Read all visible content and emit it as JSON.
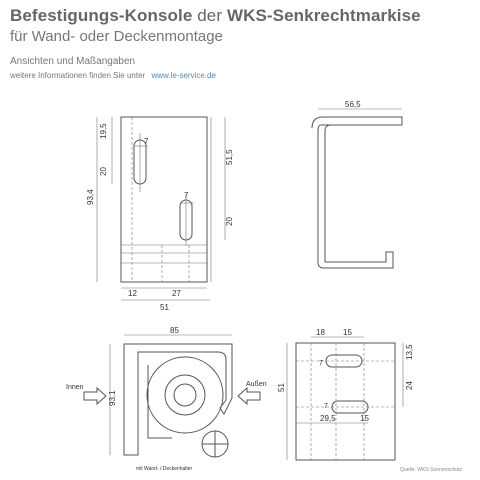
{
  "header": {
    "title_bold_1": "Befestigungs-Konsole",
    "title_mid": "der",
    "title_bold_2": "WKS-Senkrechtmarkise",
    "subtitle": "für Wand- oder Deckenmontage",
    "caption": "Ansichten und Maßangaben",
    "info_text": "weitere Informationen finden Sie unter",
    "info_link": "www.le-service.de"
  },
  "dims": {
    "front": {
      "d7a": "7",
      "d19_5": "19,5",
      "d20a": "20",
      "d93_4": "93,4",
      "d51_5": "51,5",
      "d7b": "7",
      "d20b": "20",
      "d12": "12",
      "d27": "27",
      "d51": "51"
    },
    "side": {
      "d56_5": "56,5"
    },
    "mount": {
      "d85": "85",
      "d93_1": "93,1",
      "innen": "Innen",
      "aussen": "Außen",
      "caption": "mit Wand-  /  Deckenhalter"
    },
    "holes": {
      "d18": "18",
      "d15a": "15",
      "d13_5": "13,5",
      "d7a": "7",
      "d24": "24",
      "d51": "51",
      "d7b": "7",
      "d29_5": "29,5",
      "d15b": "15"
    }
  },
  "footer": {
    "credit": "Quelle: WKS-Sonnenschutz"
  }
}
